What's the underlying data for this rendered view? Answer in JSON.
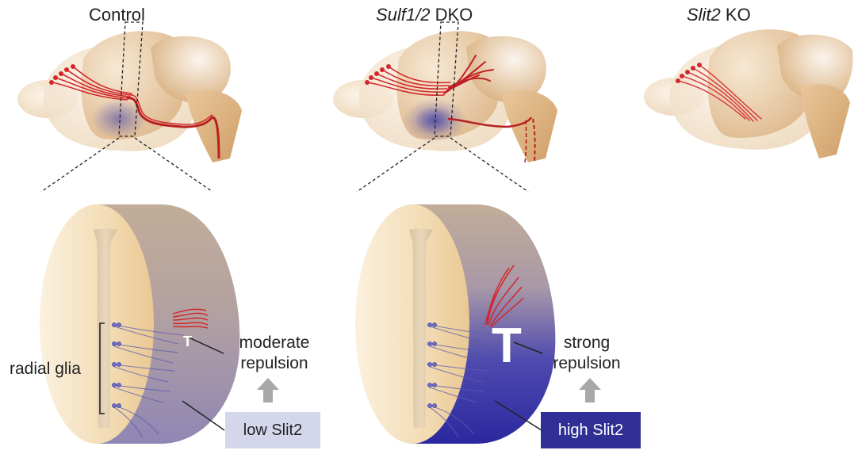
{
  "panels": [
    {
      "title_italic": "",
      "title_rest": "Control"
    },
    {
      "title_italic": "Sulf1/2",
      "title_rest": " DKO"
    },
    {
      "title_italic": "Slit2",
      "title_rest": " KO"
    }
  ],
  "labels": {
    "radial_glia": "radial glia",
    "moderate_line1": "moderate",
    "moderate_line2": "repulsion",
    "strong_line1": "strong",
    "strong_line2": "repulsion",
    "low_slit2": "low Slit2",
    "high_slit2": "high Slit2",
    "t_small": "T",
    "t_large": "T"
  },
  "colors": {
    "axon_red": "#d3282b",
    "slit_blue": "#3a38a8",
    "low_box_bg": "#d4d6ec",
    "high_box_bg": "#2f2f95",
    "brain_tan": "#deb88c",
    "arrow_gray": "#a8a8a8"
  },
  "icons": {
    "arrow": "up-arrow-icon",
    "repulsion": "t-bar-icon"
  }
}
